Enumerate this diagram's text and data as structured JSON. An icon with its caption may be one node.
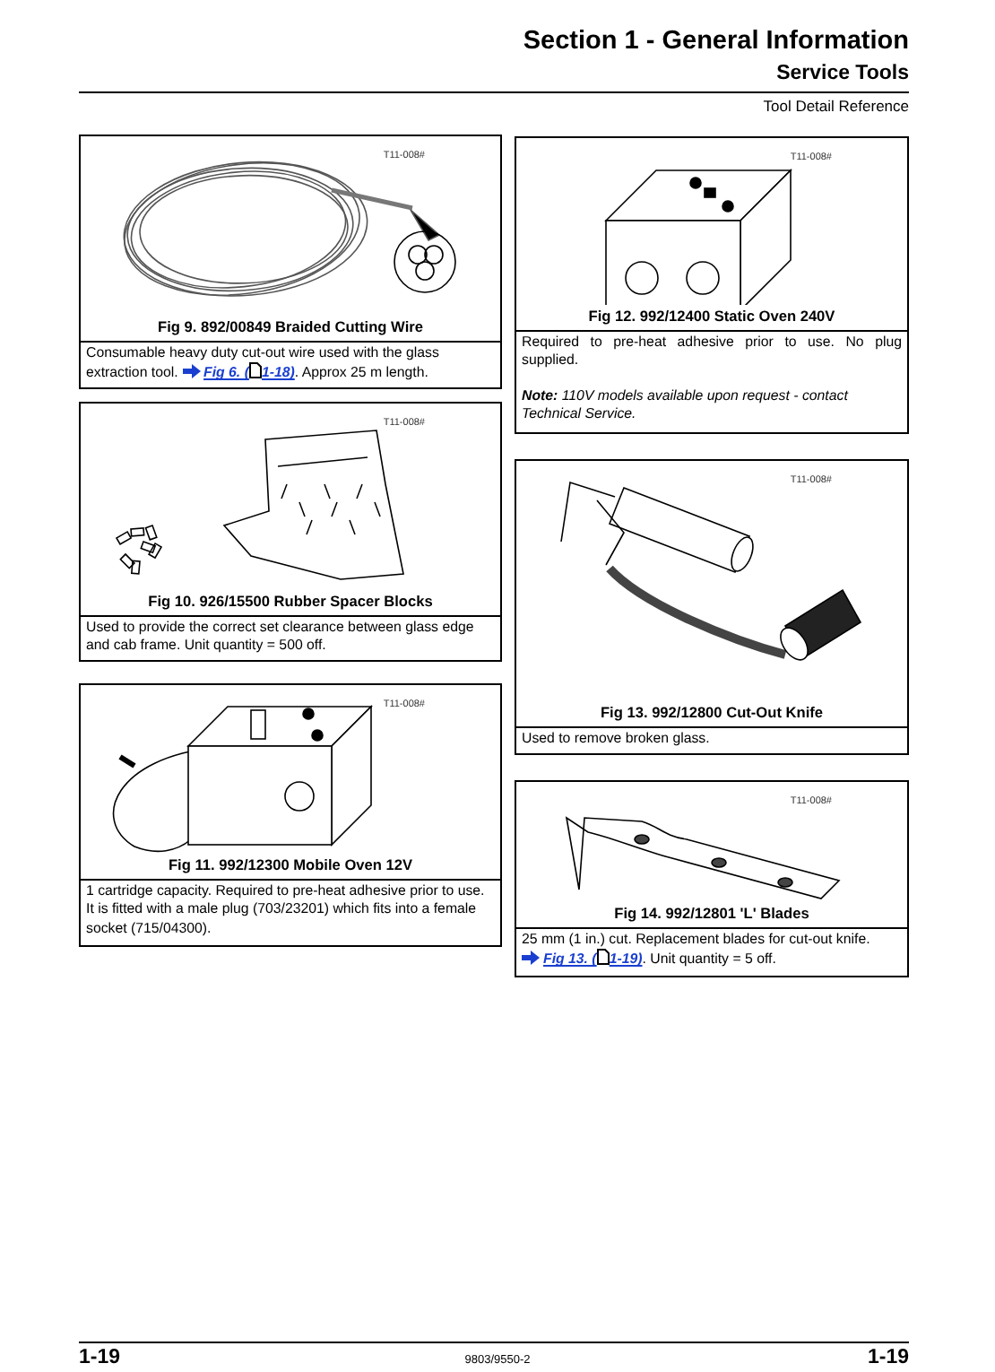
{
  "diagram": {
    "title": "Section 1 - General Information",
    "nodes": [
      {
        "text": [
          "T11-008#",
          "Fig 9. 892/00849 Braided Cutting Wire"
        ]
      },
      {
        "text": [
          "Consumable heavy duty cut-out wire used with the glass extraction tool.",
          "Fig 6. (",
          "1-18)",
          ". Approx 25 m length."
        ]
      },
      {
        "text": [
          "T11-008#",
          "Fig 10. 926/15500 Rubber Spacer Blocks"
        ]
      },
      {
        "text": [
          "Used to provide the correct set clearance between glass edge and cab frame. Unit quantity = 500 off."
        ]
      },
      {
        "text": [
          "T11-008#",
          "Fig 11. 992/12300 Mobile Oven 12V"
        ]
      },
      {
        "text": [
          "1 cartridge capacity. Required to pre-heat adhesive prior to use. It is fitted with a male plug (703/23201) which fits into a female socket (715/04300)."
        ]
      },
      {
        "text": [
          "T11-008#",
          "Fig 12. 992/12400 Static Oven 240V"
        ]
      },
      {
        "text": [
          "Required to pre-heat adhesive prior to use. No plug supplied.",
          "**Note:** 110V models available upon request - contact Technical Service."
        ]
      },
      {
        "text": [
          "T11-008#",
          "Fig 13. 992/12800 Cut-Out Knife"
        ]
      },
      {
        "text": [
          "Used to remove broken glass."
        ]
      },
      {
        "text": [
          "T11-008#",
          "Fig 14. 992/12801 'L' Blades"
        ]
      },
      {
        "text": [
          "25 mm (1 in.) cut. Replacement blades for cut-out knife.",
          "Fig 13. (",
          "1-19)",
          ". Unit quantity = 5 off."
        ]
      }
    ],
    "labels": [
      "Service Tools",
      "Tool Detail Reference",
      "1-19",
      "9803/9550-2",
      "1-19"
    ]
  }
}
